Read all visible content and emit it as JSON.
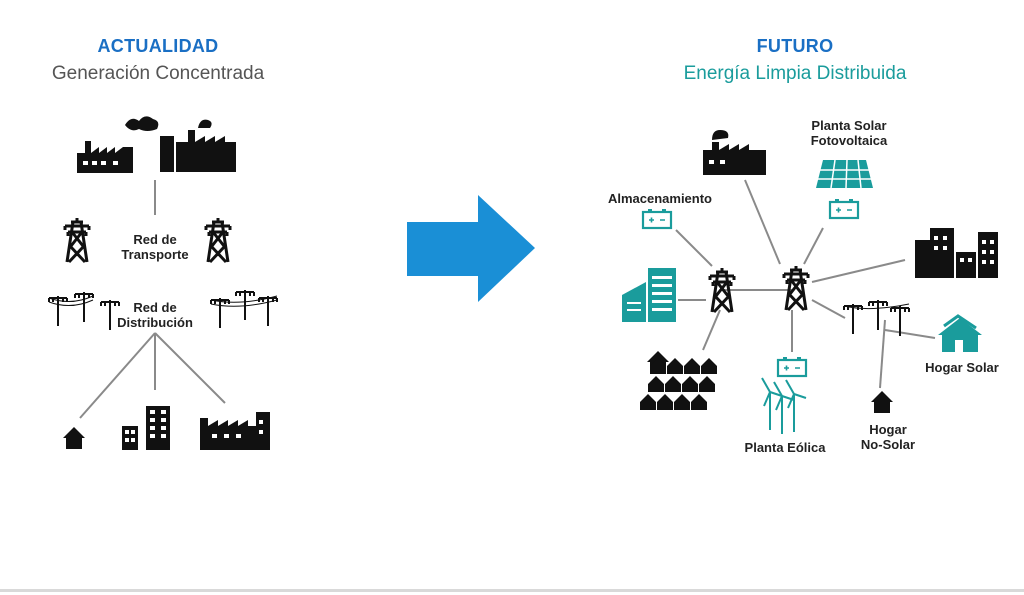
{
  "left": {
    "heading": "ACTUALIDAD",
    "subheading": "Generación Concentrada",
    "labels": {
      "transport": [
        "Red de",
        "Transporte"
      ],
      "distribution": [
        "Red de",
        "Distribución"
      ]
    }
  },
  "right": {
    "heading": "FUTURO",
    "subheading": "Energía Limpia Distribuida",
    "labels": {
      "solar_plant": [
        "Planta Solar",
        "Fotovoltaica"
      ],
      "storage": "Almacenamiento",
      "wind": "Planta Eólica",
      "home_solar": "Hogar Solar",
      "home_nonsolar": [
        "Hogar",
        "No-Solar"
      ]
    }
  },
  "colors": {
    "heading_blue": "#1a6fc4",
    "teal": "#1a9c9c",
    "arrow": "#1a8fd6",
    "icon_dark": "#111111",
    "line": "#8a8a8a"
  }
}
